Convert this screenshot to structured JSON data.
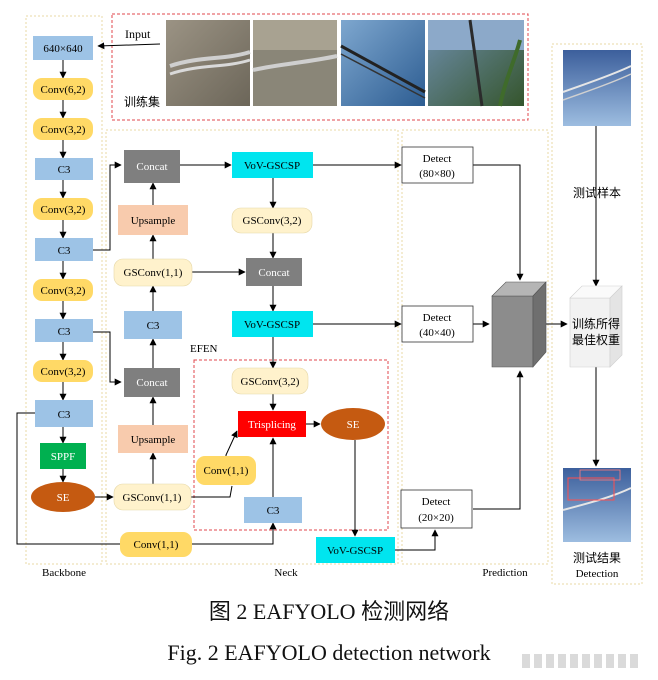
{
  "colors": {
    "blue": "#9dc3e6",
    "yellow": "#ffd966",
    "cream": "#fff2cc",
    "gray": "#7f7f7f",
    "pink": "#f8cbad",
    "cyan": "#00e5ef",
    "red": "#ff0000",
    "green": "#00b050",
    "brown": "#c55a11"
  },
  "input": {
    "label": "Input",
    "set_label": "训练集",
    "images": [
      "wire-photo-1",
      "wire-photo-2",
      "wire-photo-3",
      "wire-photo-4"
    ]
  },
  "backbone": {
    "title": "Backbone",
    "input_size": "640×640",
    "layers": [
      "Conv(6,2)",
      "Conv(3,2)",
      "C3",
      "Conv(3,2)",
      "C3",
      "Conv(3,2)",
      "C3",
      "Conv(3,2)",
      "C3",
      "SPPF",
      "SE"
    ]
  },
  "neck": {
    "title": "Neck",
    "efen_label": "EFEN",
    "concat": "Concat",
    "upsample": "Upsample",
    "gsconv_11": "GSConv(1,1)",
    "gsconv_32": "GSConv(3,2)",
    "c3": "C3",
    "vov": "VoV-GSCSP",
    "conv11": "Conv(1,1)",
    "trisplicing": "Trisplicing",
    "se": "SE"
  },
  "prediction": {
    "title": "Prediction",
    "detect_label": "Detect",
    "sizes": [
      "(80×80)",
      "(40×40)",
      "(20×20)"
    ]
  },
  "detection": {
    "title": "Detection",
    "test_sample": "测试样本",
    "best_weights": [
      "训练所得",
      "最佳权重"
    ],
    "test_result": "测试结果"
  },
  "caption": {
    "cn": "图 2 EAFYOLO 检测网络",
    "en": "Fig. 2 EAFYOLO detection network"
  }
}
